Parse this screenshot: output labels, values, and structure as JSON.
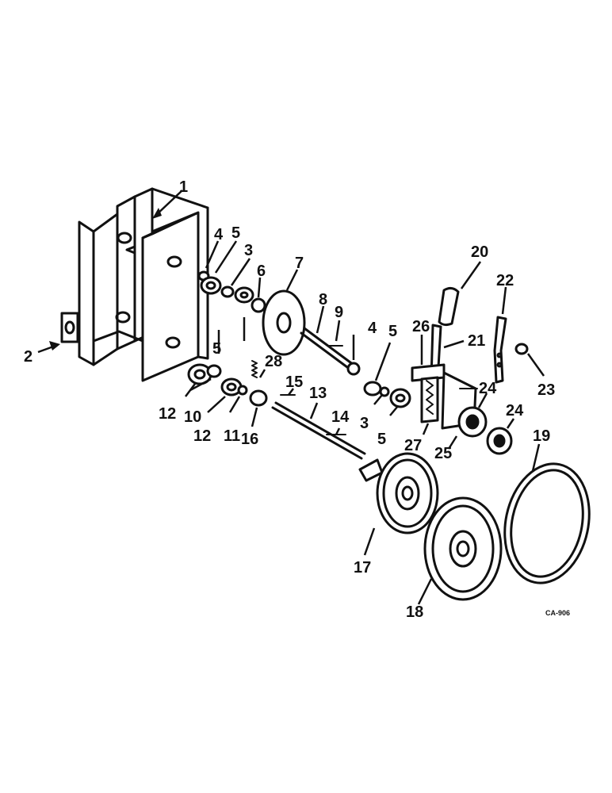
{
  "diagram": {
    "drawing_code": "CA-906",
    "callouts": [
      {
        "id": "c1",
        "label": "1"
      },
      {
        "id": "c2",
        "label": "2"
      },
      {
        "id": "c3a",
        "label": "3"
      },
      {
        "id": "c3b",
        "label": "3"
      },
      {
        "id": "c4a",
        "label": "4"
      },
      {
        "id": "c4b",
        "label": "4"
      },
      {
        "id": "c5a",
        "label": "5"
      },
      {
        "id": "c5b",
        "label": "5"
      },
      {
        "id": "c5c",
        "label": "5"
      },
      {
        "id": "c5d",
        "label": "5"
      },
      {
        "id": "c6",
        "label": "6"
      },
      {
        "id": "c7",
        "label": "7"
      },
      {
        "id": "c8",
        "label": "8"
      },
      {
        "id": "c9",
        "label": "9"
      },
      {
        "id": "c10",
        "label": "10"
      },
      {
        "id": "c11",
        "label": "11"
      },
      {
        "id": "c12a",
        "label": "12"
      },
      {
        "id": "c12b",
        "label": "12"
      },
      {
        "id": "c13",
        "label": "13"
      },
      {
        "id": "c14",
        "label": "14"
      },
      {
        "id": "c15",
        "label": "15"
      },
      {
        "id": "c16",
        "label": "16"
      },
      {
        "id": "c17",
        "label": "17"
      },
      {
        "id": "c18",
        "label": "18"
      },
      {
        "id": "c19",
        "label": "19"
      },
      {
        "id": "c20",
        "label": "20"
      },
      {
        "id": "c21",
        "label": "21"
      },
      {
        "id": "c22",
        "label": "22"
      },
      {
        "id": "c23",
        "label": "23"
      },
      {
        "id": "c24a",
        "label": "24"
      },
      {
        "id": "c24b",
        "label": "24"
      },
      {
        "id": "c25",
        "label": "25"
      },
      {
        "id": "c26",
        "label": "26"
      },
      {
        "id": "c27",
        "label": "27"
      },
      {
        "id": "c28",
        "label": "28"
      }
    ]
  }
}
